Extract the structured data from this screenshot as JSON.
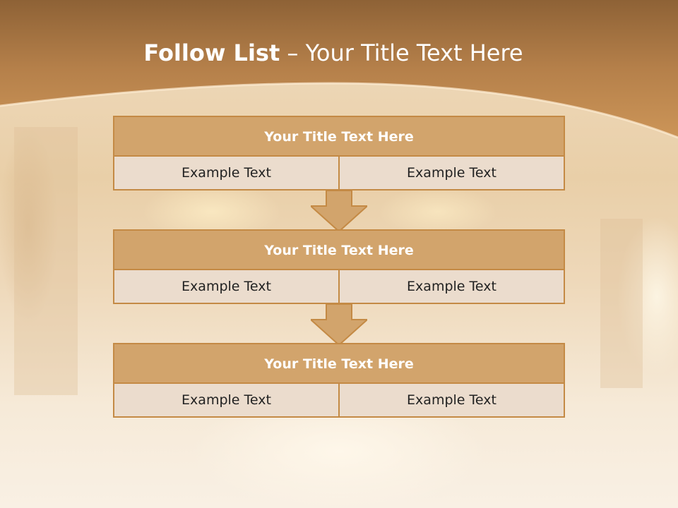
{
  "slide": {
    "title_bold": "Follow List",
    "title_rest": "– Your Title Text Here"
  },
  "steps": [
    {
      "title": "Your Title Text Here",
      "left": "Example Text",
      "right": "Example Text"
    },
    {
      "title": "Your Title Text Here",
      "left": "Example Text",
      "right": "Example Text"
    },
    {
      "title": "Your Title Text Here",
      "left": "Example Text",
      "right": "Example Text"
    }
  ],
  "colors": {
    "header": "#b9824a",
    "block_title": "#d2a46c",
    "border": "#c48a45",
    "cell": "#ebdccd"
  }
}
